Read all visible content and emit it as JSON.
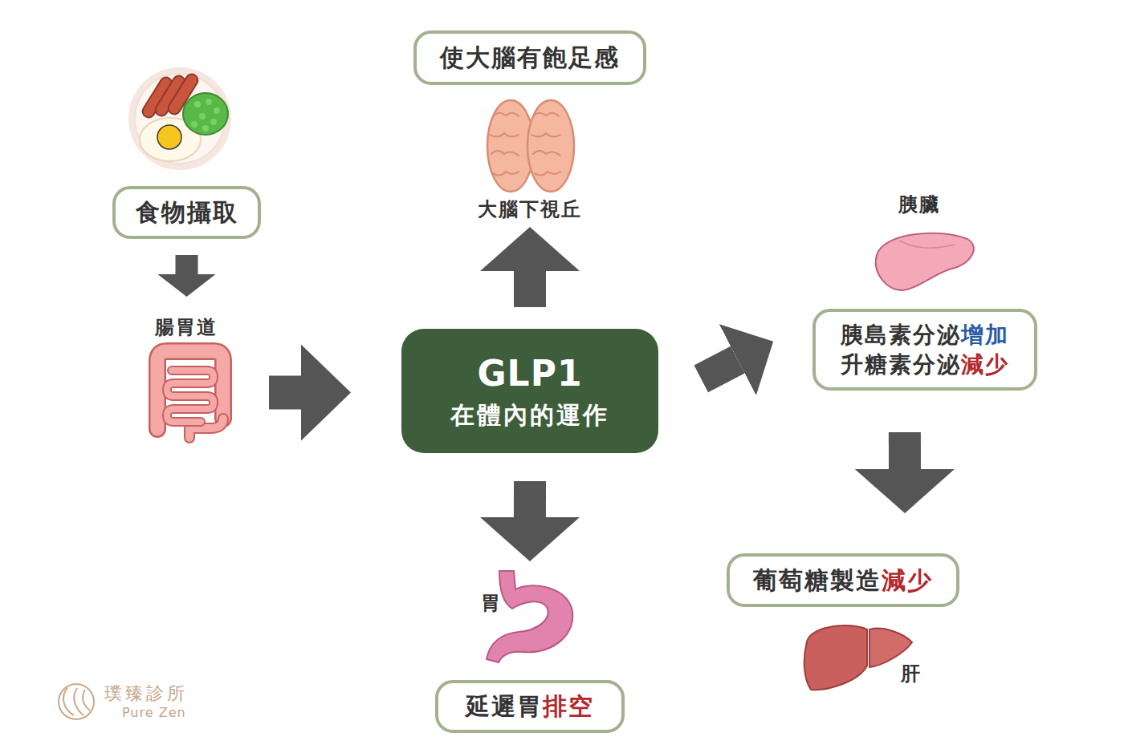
{
  "diagram": {
    "nodes": [
      {
        "text": [
          "食物攝取"
        ]
      },
      {
        "text": [
          "腸胃道"
        ]
      },
      {
        "text": [
          "GLP1",
          "在體內的運作"
        ]
      },
      {
        "text": [
          "大腦下視丘"
        ]
      },
      {
        "text": [
          "使大腦有飽足感"
        ]
      },
      {
        "text": [
          "胃"
        ]
      },
      {
        "text": [
          "延遲胃",
          "排空"
        ]
      },
      {
        "text": [
          "胰臟"
        ]
      },
      {
        "text": [
          "胰島素分泌",
          "增加",
          "升糖素分泌",
          "減少"
        ]
      },
      {
        "text": [
          "葡萄糖製造",
          "減少"
        ]
      },
      {
        "text": [
          "肝"
        ]
      }
    ],
    "edges": [
      {
        "from": 0,
        "to": 1,
        "arrow": "to"
      },
      {
        "from": 1,
        "to": 2,
        "arrow": "to"
      },
      {
        "from": 2,
        "to": 3,
        "arrow": "to"
      },
      {
        "from": 2,
        "to": 5,
        "arrow": "to"
      },
      {
        "from": 2,
        "to": 8,
        "arrow": "to"
      },
      {
        "from": 8,
        "to": 9,
        "arrow": "to"
      }
    ],
    "labels": [
      "璞臻診所",
      "Pure Zen"
    ]
  }
}
